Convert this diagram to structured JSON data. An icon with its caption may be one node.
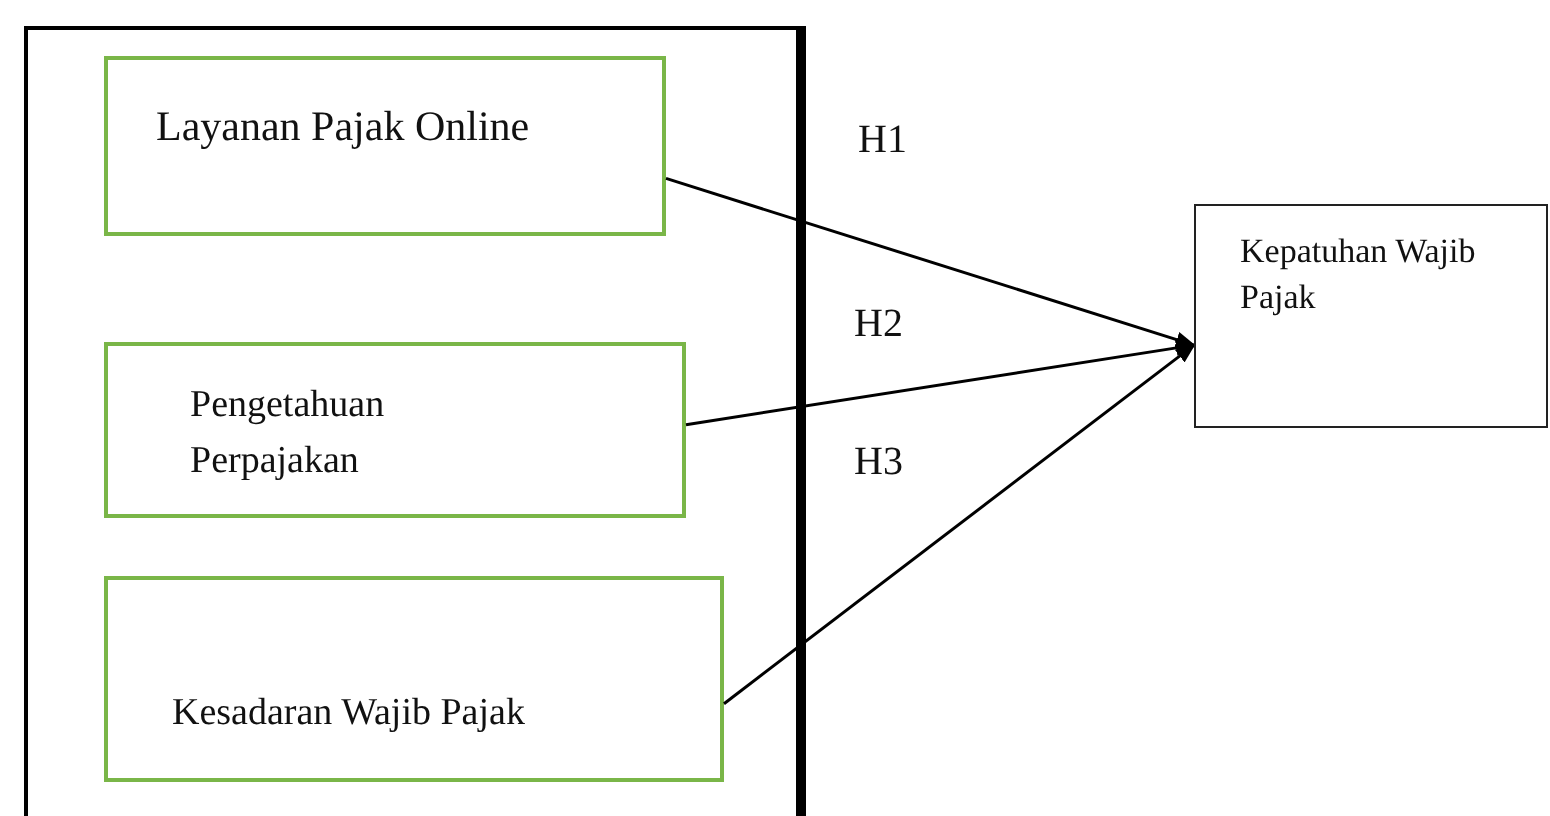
{
  "diagram": {
    "nodes": [
      {
        "text": [],
        "shape": "box"
      },
      {
        "text": [
          "Layanan Pajak Online"
        ],
        "in": 0
      },
      {
        "text": [
          "Pengetahuan Perpajakan"
        ],
        "in": 0
      },
      {
        "text": [
          "Kesadaran Wajib Pajak"
        ],
        "in": 0
      },
      {
        "text": [
          "Kepatuhan Wajib Pajak"
        ]
      }
    ],
    "edges": [
      {
        "from": 1,
        "to": 4,
        "arrow": "to",
        "label": "H1"
      },
      {
        "from": 2,
        "to": 4,
        "arrow": "to",
        "label": "H2"
      },
      {
        "from": 3,
        "to": 4,
        "arrow": "to",
        "label": "H3"
      }
    ]
  }
}
